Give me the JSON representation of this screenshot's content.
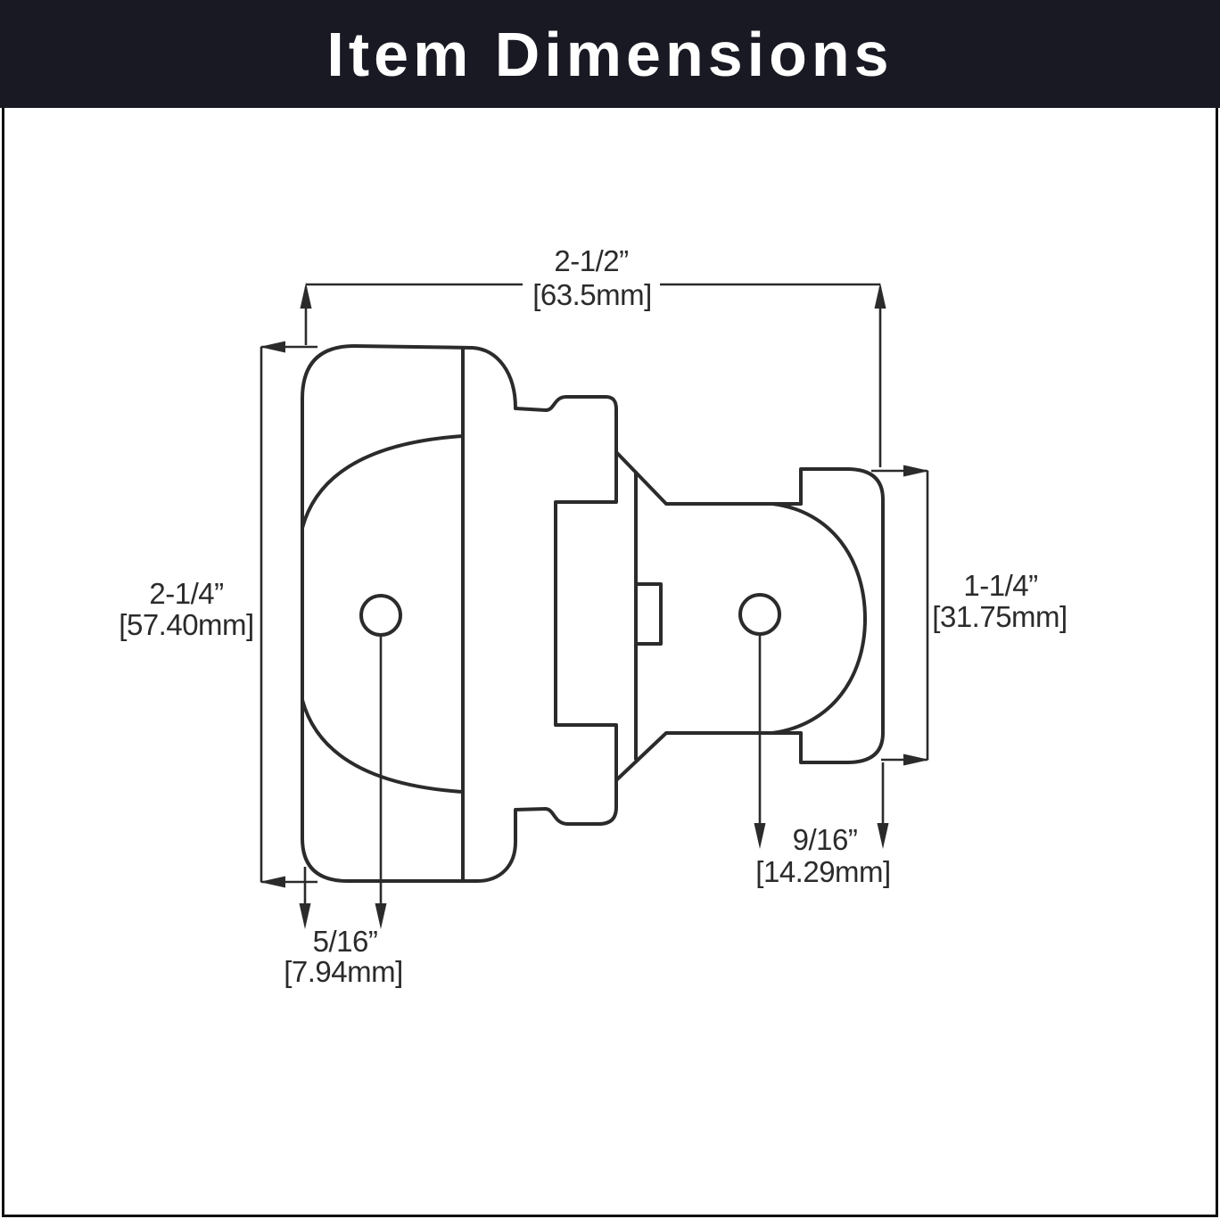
{
  "header": {
    "title": "Item Dimensions",
    "background_color": "#191923",
    "text_color": "#ffffff"
  },
  "page": {
    "background_color": "#ffffff",
    "border_color": "#101010"
  },
  "drawing": {
    "line_color": "#2b2b2b",
    "dim_overall_width": {
      "inches": "2-1/2”",
      "mm": "[63.5mm]"
    },
    "dim_overall_height": {
      "inches": "2-1/4”",
      "mm": "[57.40mm]"
    },
    "dim_wing_height": {
      "inches": "1-1/4”",
      "mm": "[31.75mm]"
    },
    "dim_hole_right": {
      "inches": "9/16”",
      "mm": "[14.29mm]"
    },
    "dim_hole_left": {
      "inches": "5/16”",
      "mm": "[7.94mm]"
    }
  }
}
